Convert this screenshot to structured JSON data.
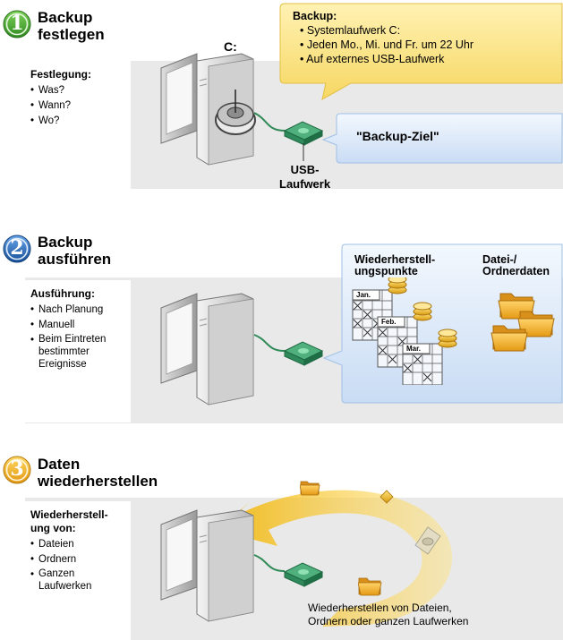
{
  "step1": {
    "number": "1",
    "title": "Backup\nfestlegen",
    "panel_title": "Festlegung:",
    "panel_items": [
      "Was?",
      "Wann?",
      "Wo?"
    ],
    "drive_label": "C:",
    "usb_label": "USB-\nLaufwerk",
    "callout_title": "Backup:",
    "callout_items": [
      "Systemlaufwerk C:",
      "Jeden Mo., Mi. und Fr. um 22 Uhr",
      "Auf externes USB-Laufwerk"
    ],
    "target_label": "\"Backup-Ziel\""
  },
  "step2": {
    "number": "2",
    "title": "Backup\nausführen",
    "panel_title": "Ausführung:",
    "panel_items": [
      "Nach Planung",
      "Manuell",
      "Beim Eintreten\nbestimmter\nEreignisse"
    ],
    "restore_points_label": "Wiederherstell-\nungspunkte",
    "file_data_label": "Datei-/\nOrdnerdaten",
    "months": [
      "Jan.",
      "Feb.",
      "Mar."
    ]
  },
  "step3": {
    "number": "3",
    "title": "Daten\nwiederherstellen",
    "panel_title": "Wiederherstell-\nung von:",
    "panel_items": [
      "Dateien",
      "Ordnern",
      "Ganzen\nLaufwerken"
    ],
    "restore_caption": "Wiederherstellen von Dateien,\nOrdnern oder ganzen Laufwerken"
  },
  "colors": {
    "step1_badge": "#3f9a2a",
    "step2_badge": "#1f5fa8",
    "step3_badge": "#e8a417",
    "callout_yellow": "#fbe58a",
    "callout_blue": "#dde9f8",
    "cable_green": "#2f8a57"
  }
}
